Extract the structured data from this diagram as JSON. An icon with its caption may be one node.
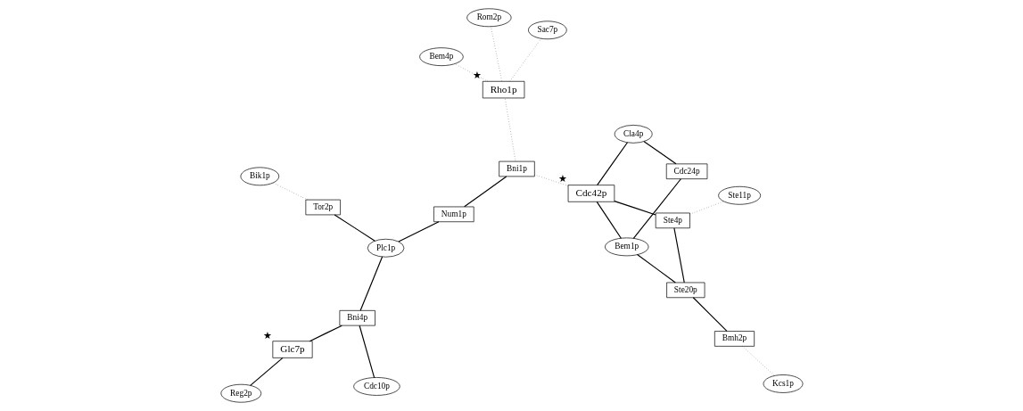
{
  "diagram": {
    "nodes": [
      {
        "text": [
          "Reg2p"
        ]
      },
      {
        "text": [
          "Glc7p"
        ],
        "beside": [
          "★"
        ]
      },
      {
        "text": [
          "Bni4p"
        ]
      },
      {
        "text": [
          "Plc1p"
        ]
      },
      {
        "text": [
          "Cdc10p"
        ]
      },
      {
        "text": [
          "Tor2p"
        ]
      },
      {
        "text": [
          "Bik1p"
        ]
      },
      {
        "text": [
          "Num1p"
        ]
      },
      {
        "text": [
          "Bem1p"
        ]
      },
      {
        "text": [
          "Ste20p"
        ]
      },
      {
        "text": [
          "Bmh2p"
        ]
      },
      {
        "text": [
          "Kcs1p"
        ]
      },
      {
        "text": [
          "Cdc24p"
        ]
      },
      {
        "text": [
          "Ste4p"
        ]
      },
      {
        "text": [
          "Cdc42p"
        ],
        "beside": [
          "★"
        ]
      },
      {
        "text": [
          "Cla4p"
        ]
      },
      {
        "text": [
          "Ste11p"
        ]
      },
      {
        "text": [
          "Rom2p"
        ]
      },
      {
        "text": [
          "Bni1p"
        ]
      },
      {
        "text": [
          "Rho1p"
        ],
        "beside": [
          "★"
        ]
      },
      {
        "text": [
          "Sac7p"
        ]
      },
      {
        "text": [
          "Bem4p"
        ]
      }
    ],
    "edges": [
      {
        "from": 1,
        "to": 0,
        "arrow": "none"
      },
      {
        "from": 1,
        "to": 2,
        "arrow": "none"
      },
      {
        "from": 2,
        "to": 3,
        "arrow": "none"
      },
      {
        "from": 2,
        "to": 4,
        "arrow": "none"
      },
      {
        "from": 3,
        "to": 5,
        "arrow": "none"
      },
      {
        "from": 5,
        "to": 6,
        "arrow": "none",
        "style": "dashed"
      },
      {
        "from": 3,
        "to": 7,
        "arrow": "none"
      },
      {
        "from": 7,
        "to": 18,
        "arrow": "none"
      },
      {
        "from": 8,
        "to": 9,
        "arrow": "none"
      },
      {
        "from": 9,
        "to": 10,
        "arrow": "none"
      },
      {
        "from": 10,
        "to": 11,
        "arrow": "none",
        "style": "dashed"
      },
      {
        "from": 9,
        "to": 13,
        "arrow": "none"
      },
      {
        "from": 8,
        "to": 12,
        "arrow": "none"
      },
      {
        "from": 8,
        "to": 14,
        "arrow": "none"
      },
      {
        "from": 12,
        "to": 15,
        "arrow": "none"
      },
      {
        "from": 15,
        "to": 14,
        "arrow": "none"
      },
      {
        "from": 14,
        "to": 13,
        "arrow": "none"
      },
      {
        "from": 13,
        "to": 16,
        "arrow": "none",
        "style": "dashed"
      },
      {
        "from": 14,
        "to": 18,
        "arrow": "none",
        "style": "dashed"
      },
      {
        "from": 18,
        "to": 19,
        "arrow": "none",
        "style": "dashed"
      },
      {
        "from": 17,
        "to": 19,
        "arrow": "none",
        "style": "dashed"
      },
      {
        "from": 19,
        "to": 20,
        "arrow": "none",
        "style": "dashed"
      },
      {
        "from": 19,
        "to": 21,
        "arrow": "none",
        "style": "dashed"
      }
    ]
  }
}
